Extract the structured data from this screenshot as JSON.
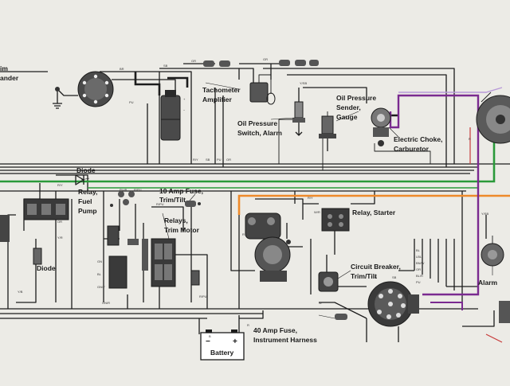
{
  "labels": {
    "left_edge_1": "im",
    "left_edge_2": "ander",
    "tachometer_amplifier_1": "Tachometer",
    "tachometer_amplifier_2": "Amplifier",
    "oil_pressure_switch_1": "Oil Pressure",
    "oil_pressure_switch_2": "Switch, Alarm",
    "oil_pressure_sender_1": "Oil Pressure",
    "oil_pressure_sender_2": "Sender,",
    "oil_pressure_sender_3": "Gauge",
    "electric_choke_1": "Electric Choke,",
    "electric_choke_2": "Carburetor",
    "diode_top": "Diode",
    "relay_fuel_pump_1": "Relay,",
    "relay_fuel_pump_2": "Fuel",
    "relay_fuel_pump_3": "Pump",
    "fuse_10a_1": "10 Amp Fuse,",
    "fuse_10a_2": "Trim/Tilt",
    "relays_trim_1": "Relays,",
    "relays_trim_2": "Trim Motor",
    "relay_starter": "Relay, Starter",
    "circuit_breaker_1": "Circuit Breaker,",
    "circuit_breaker_2": "Trim/Tilt",
    "diode_left": "Diode",
    "alarm": "Alarm",
    "fuse_40a_1": "40 Amp Fuse,",
    "fuse_40a_2": "Instrument Harness",
    "battery": "Battery",
    "battery_minus": "−",
    "battery_plus": "+"
  },
  "wire_codes": [
    "GR",
    "BR",
    "SB",
    "Y/SB",
    "R/Y",
    "W/R",
    "Y/B",
    "PU",
    "OR",
    "R",
    "B",
    "GN",
    "BL",
    "LBL",
    "BN/W",
    "R/GN",
    "SB/GN",
    "GN/R",
    "W/PU",
    "Y/R",
    "R/PU",
    "W",
    "PU/B",
    "GN/Y",
    "BL/R",
    "OR/PU",
    "GN/BL",
    "BL/W"
  ],
  "colors": {
    "paper": "#ecebe6",
    "wire": "#1c1c1c",
    "green_wire": "#2a9a3a",
    "orange_wire": "#ee8a2a",
    "purple_wire": "#7a2a90",
    "lavender_wire": "#b89ad8",
    "red_wire": "#c83a3a",
    "component": "#444444"
  },
  "icons": [
    "distributor-icon",
    "ignition-coil-icon",
    "tachometer-amplifier-icon",
    "oil-pressure-switch-icon",
    "oil-pressure-sender-icon",
    "electric-choke-icon",
    "alternator-icon",
    "fuel-pump-relay-icon",
    "trim-relay-icon",
    "starter-relay-icon",
    "starter-motor-icon",
    "circuit-breaker-icon",
    "connector-plug-icon",
    "alarm-buzzer-icon",
    "battery-icon",
    "fuse-icon",
    "diode-icon",
    "ground-icon"
  ]
}
